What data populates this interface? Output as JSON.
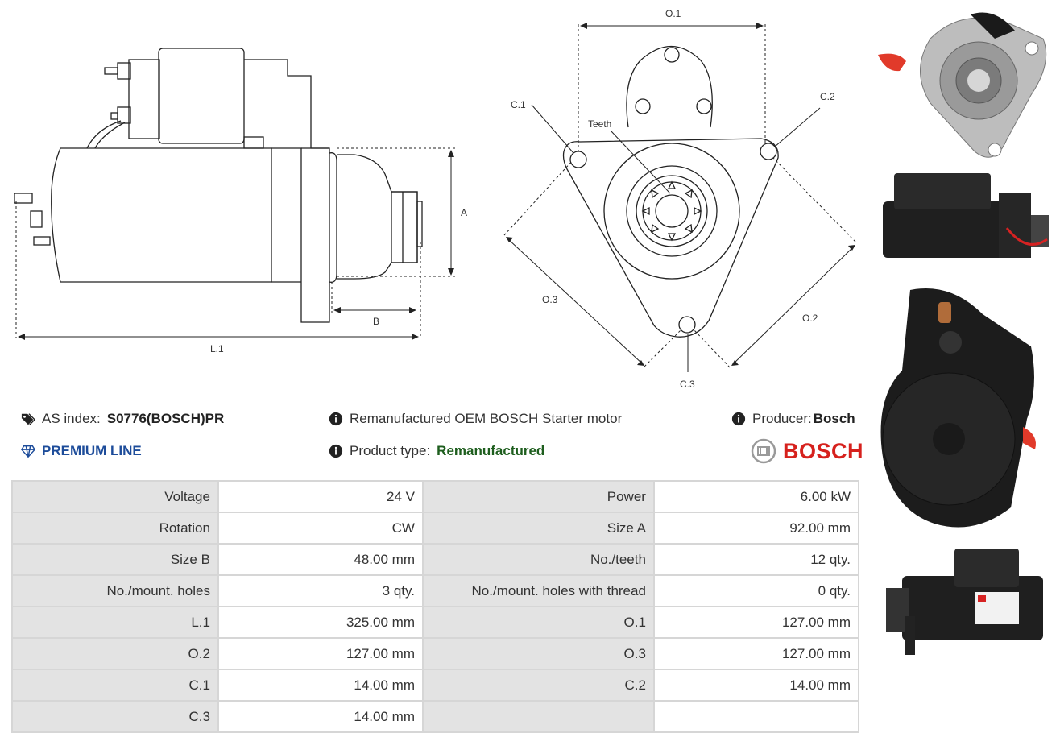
{
  "diagram": {
    "dim_labels": {
      "A": "A",
      "B": "B",
      "L1": "L.1",
      "O1": "O.1",
      "O2": "O.2",
      "O3": "O.3",
      "C1": "C.1",
      "C2": "C.2",
      "C3": "C.3",
      "teeth": "Teeth"
    }
  },
  "info": {
    "as_index_label": "AS index:",
    "as_index_value": "S0776(BOSCH)PR",
    "description": "Remanufactured OEM BOSCH Starter motor",
    "producer_label": "Producer:",
    "producer_value": "Bosch",
    "premium": "PREMIUM LINE",
    "product_type_label": "Product type:",
    "product_type_value": "Remanufactured",
    "brand_logo_text": "BOSCH"
  },
  "specs": [
    [
      "Voltage",
      "24 V",
      "Power",
      "6.00 kW"
    ],
    [
      "Rotation",
      "CW",
      "Size A",
      "92.00 mm"
    ],
    [
      "Size B",
      "48.00 mm",
      "No./teeth",
      "12 qty."
    ],
    [
      "No./mount. holes",
      "3 qty.",
      "No./mount. holes with thread",
      "0 qty."
    ],
    [
      "L.1",
      "325.00 mm",
      "O.1",
      "127.00 mm"
    ],
    [
      "O.2",
      "127.00 mm",
      "O.3",
      "127.00 mm"
    ],
    [
      "C.1",
      "14.00 mm",
      "C.2",
      "14.00 mm"
    ],
    [
      "C.3",
      "14.00 mm",
      "",
      ""
    ]
  ],
  "colors": {
    "premium_blue": "#1d4c9a",
    "remanufactured_green": "#1e5e1e",
    "bosch_red": "#d6211d"
  }
}
